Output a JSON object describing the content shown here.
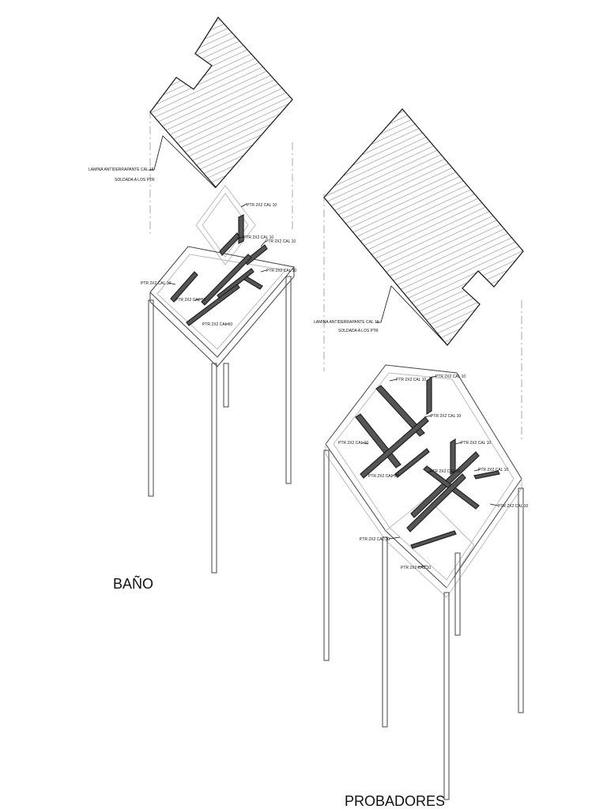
{
  "colors": {
    "line": "#444444",
    "hatch": "#555555",
    "background": "#ffffff"
  },
  "bano": {
    "title": "BAÑO",
    "sheet_note_line1": "LAMINA ANTIDERRAPANTE CAL 16",
    "sheet_note_line2": "SOLDADA A LOS PTR",
    "ptr_labels": [
      "PTR 2X2  CAL 10",
      "PTR 2X2  CAL 10",
      "PTR 2X2  CAL 10",
      "PTR 2X2  CAL 10",
      "PTR 2X2  CAL 10",
      "PTR 2X2  CAL 10",
      "PTR 2X2  CAL 10"
    ]
  },
  "probadores": {
    "title": "PROBADORES",
    "sheet_note_line1": "LAMINA ANTIDERRAPANTE CAL 16",
    "sheet_note_line2": "SOLDADA A LOS PTR",
    "ptr_labels": [
      "PTR 2X2  CAL 10",
      "PTR 2X2  CAL 10",
      "PTR 2X2  CAL 10",
      "PTR 2X2  CAL 10",
      "PTR 2X2  CAL 10",
      "PTR 2X2  CAL 10",
      "PTR 2X2  CAL 10",
      "PTR 2X2  CAL 10",
      "PTR 2X2  CAL 10",
      "PTR 2X2  CAL 10"
    ]
  }
}
